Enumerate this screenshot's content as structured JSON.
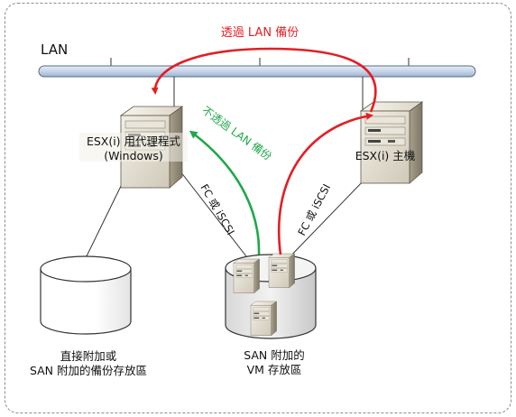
{
  "labels": {
    "lan": "LAN",
    "via_lan": "透過 LAN 備份",
    "no_lan": "不透過 LAN 備份",
    "agent_line1": "ESX(i) 用代理程式",
    "agent_line2": "(Windows)",
    "host": "ESX(i) 主機",
    "fc_left": "FC 或 iSCSI",
    "fc_right": "FC 或 iSCSI",
    "storage_line1": "直接附加或",
    "storage_line2": "SAN 附加的備份存放區",
    "vm_line1": "SAN 附加的",
    "vm_line2": "VM 存放區"
  },
  "colors": {
    "lan_bar": "#c6d5e8",
    "red_arrow": "#e41e25",
    "green_arrow": "#1fa84a",
    "border": "#8c8c8c"
  },
  "icons": [
    "server-icon",
    "database-cylinder-icon"
  ]
}
